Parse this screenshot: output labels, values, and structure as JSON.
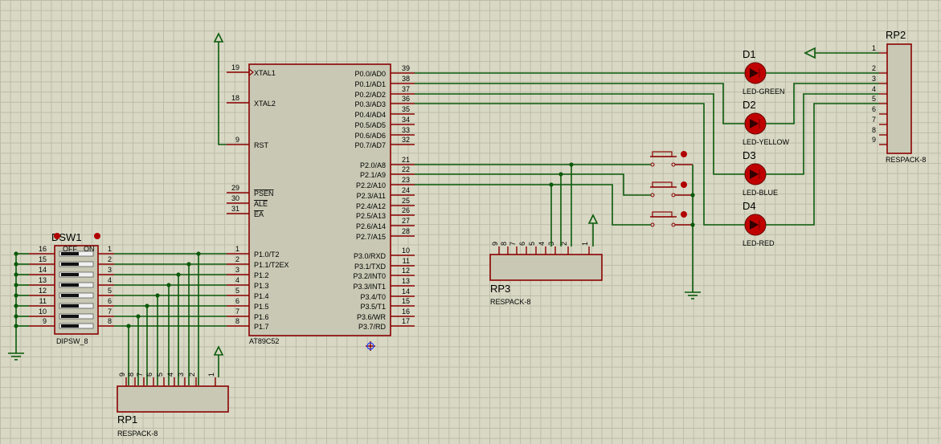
{
  "mcu": {
    "ref": "AT89C52",
    "left_pins": [
      {
        "num": "19",
        "name": "XTAL1"
      },
      {
        "num": "18",
        "name": "XTAL2"
      },
      {
        "num": "9",
        "name": "RST"
      },
      {
        "num": "29",
        "name": "PSEN"
      },
      {
        "num": "30",
        "name": "ALE"
      },
      {
        "num": "31",
        "name": "EA"
      },
      {
        "num": "1",
        "name": "P1.0/T2"
      },
      {
        "num": "2",
        "name": "P1.1/T2EX"
      },
      {
        "num": "3",
        "name": "P1.2"
      },
      {
        "num": "4",
        "name": "P1.3"
      },
      {
        "num": "5",
        "name": "P1.4"
      },
      {
        "num": "6",
        "name": "P1.5"
      },
      {
        "num": "7",
        "name": "P1.6"
      },
      {
        "num": "8",
        "name": "P1.7"
      }
    ],
    "right_pins": [
      {
        "num": "39",
        "name": "P0.0/AD0"
      },
      {
        "num": "38",
        "name": "P0.1/AD1"
      },
      {
        "num": "37",
        "name": "P0.2/AD2"
      },
      {
        "num": "36",
        "name": "P0.3/AD3"
      },
      {
        "num": "35",
        "name": "P0.4/AD4"
      },
      {
        "num": "34",
        "name": "P0.5/AD5"
      },
      {
        "num": "33",
        "name": "P0.6/AD6"
      },
      {
        "num": "32",
        "name": "P0.7/AD7"
      },
      {
        "num": "21",
        "name": "P2.0/A8"
      },
      {
        "num": "22",
        "name": "P2.1/A9"
      },
      {
        "num": "23",
        "name": "P2.2/A10"
      },
      {
        "num": "24",
        "name": "P2.3/A11"
      },
      {
        "num": "25",
        "name": "P2.4/A12"
      },
      {
        "num": "26",
        "name": "P2.5/A13"
      },
      {
        "num": "27",
        "name": "P2.6/A14"
      },
      {
        "num": "28",
        "name": "P2.7/A15"
      },
      {
        "num": "10",
        "name": "P3.0/RXD"
      },
      {
        "num": "11",
        "name": "P3.1/TXD"
      },
      {
        "num": "12",
        "name": "P3.2/INT0"
      },
      {
        "num": "13",
        "name": "P3.3/INT1"
      },
      {
        "num": "14",
        "name": "P3.4/T0"
      },
      {
        "num": "15",
        "name": "P3.5/T1"
      },
      {
        "num": "16",
        "name": "P3.6/WR"
      },
      {
        "num": "17",
        "name": "P3.7/RD"
      }
    ]
  },
  "dipswitch": {
    "ref": "DSW1",
    "value": "DIPSW_8",
    "off_label": "OFF",
    "on_label": "ON",
    "left_nums": [
      "16",
      "15",
      "14",
      "13",
      "12",
      "11",
      "10",
      "9"
    ],
    "right_nums": [
      "1",
      "2",
      "3",
      "4",
      "5",
      "6",
      "7",
      "8"
    ]
  },
  "rp1": {
    "ref": "RP1",
    "value": "RESPACK-8",
    "pins": [
      "9",
      "8",
      "7",
      "6",
      "5",
      "4",
      "3",
      "2",
      "1"
    ]
  },
  "rp2": {
    "ref": "RP2",
    "value": "RESPACK-8",
    "pins": [
      "1",
      "2",
      "3",
      "4",
      "5",
      "6",
      "7",
      "8",
      "9"
    ]
  },
  "rp3": {
    "ref": "RP3",
    "value": "RESPACK-8",
    "pins": [
      "9",
      "8",
      "7",
      "6",
      "5",
      "4",
      "3",
      "2",
      "1"
    ]
  },
  "leds": [
    {
      "ref": "D1",
      "value": "LED-GREEN"
    },
    {
      "ref": "D2",
      "value": "LED-YELLOW"
    },
    {
      "ref": "D3",
      "value": "LED-BLUE"
    },
    {
      "ref": "D4",
      "value": "LED-RED"
    }
  ],
  "colors": {
    "wire": "#0b5a0b",
    "pin": "#8b0000",
    "body": "#c8c8b4",
    "grid": "#bcbca8",
    "background": "#d8d8c4"
  }
}
